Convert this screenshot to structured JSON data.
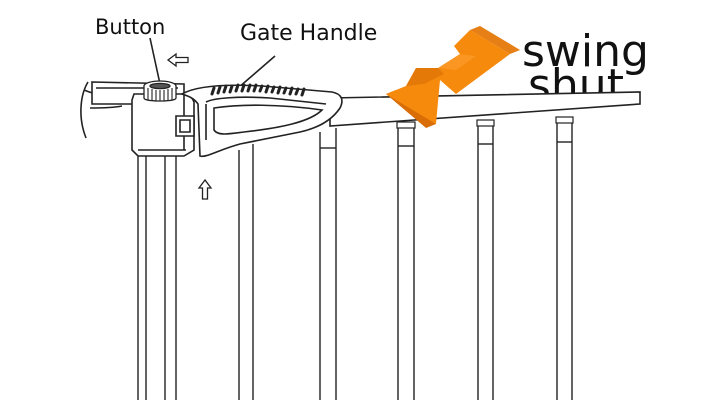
{
  "labels": {
    "button": "Button",
    "gate_handle": "Gate Handle",
    "swing_line1": "swing",
    "swing_line2": "shut"
  },
  "colors": {
    "line": "#222222",
    "arrow_orange": "#F58A0C",
    "arrow_dark": "#D96E06",
    "arrow_light": "#FFA236"
  },
  "icons": {
    "push_arrow_left": "outline-arrow-left-icon",
    "lift_arrow_up": "outline-arrow-up-icon",
    "swing_arrow": "double-headed-3d-arrow-icon"
  }
}
